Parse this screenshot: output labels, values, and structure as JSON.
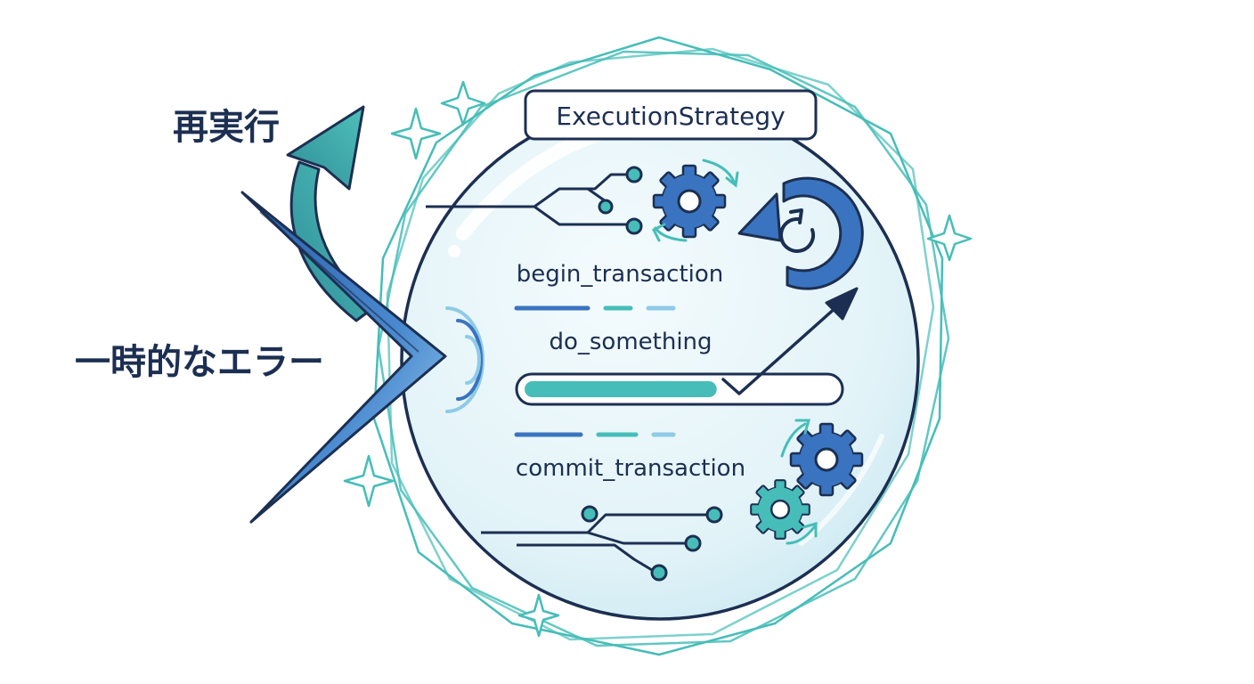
{
  "labels": {
    "retry": "再実行",
    "transient_error": "一時的なエラー",
    "strategy": "ExecutionStrategy",
    "step_begin": "begin_transaction",
    "step_do": "do_something",
    "step_commit": "commit_transaction"
  },
  "progress": {
    "fraction": 0.62
  },
  "colors": {
    "navy": "#1c2f52",
    "teal": "#46bdb8",
    "blue": "#3a74c0",
    "light_blue": "#8fcbe6",
    "sphere_fill": "#e4f4f9"
  },
  "icons": [
    "retry-arrow-icon",
    "lightning-bolt-icon",
    "gear-icon",
    "refresh-icon",
    "sparkle-icon",
    "circuit-icon",
    "trend-arrow-icon"
  ]
}
